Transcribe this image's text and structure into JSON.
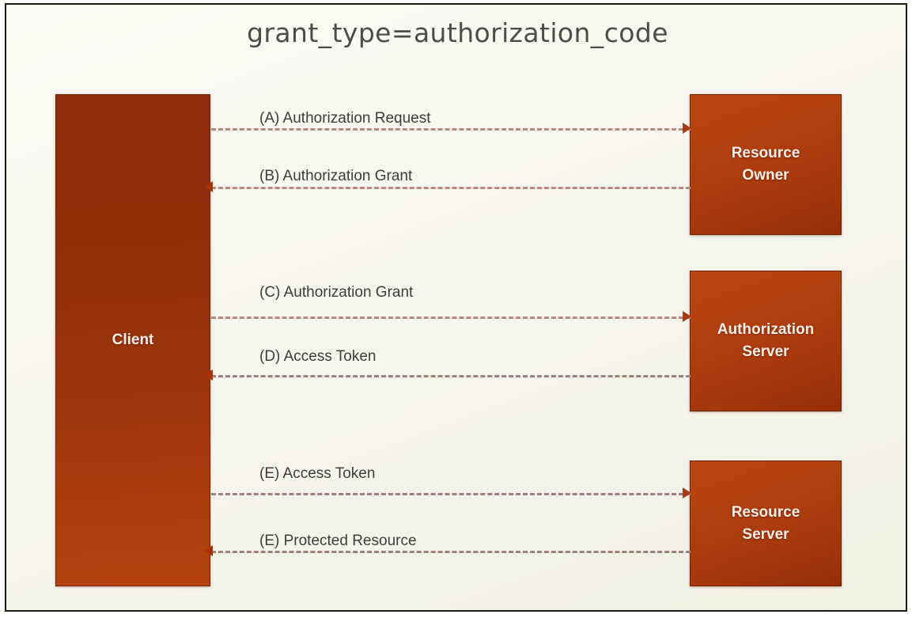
{
  "diagram": {
    "title": "grant_type=authorization_code",
    "nodes": {
      "client": "Client",
      "resource_owner": "Resource\nOwner",
      "authorization_server": "Authorization\nServer",
      "resource_server": "Resource\nServer"
    },
    "flows": [
      {
        "id": "a",
        "label": "(A) Authorization Request",
        "direction": "right",
        "from": "client",
        "to": "resource_owner"
      },
      {
        "id": "b",
        "label": "(B) Authorization Grant",
        "direction": "left",
        "from": "resource_owner",
        "to": "client"
      },
      {
        "id": "c",
        "label": "(C) Authorization Grant",
        "direction": "right",
        "from": "client",
        "to": "authorization_server"
      },
      {
        "id": "d",
        "label": "(D) Access Token",
        "direction": "left",
        "from": "authorization_server",
        "to": "client"
      },
      {
        "id": "e1",
        "label": "(E) Access Token",
        "direction": "right",
        "from": "client",
        "to": "resource_server"
      },
      {
        "id": "e2",
        "label": "(E) Protected Resource",
        "direction": "left",
        "from": "resource_server",
        "to": "client"
      }
    ],
    "colors": {
      "background": "#f7f6ee",
      "box_fill": "#a8380c",
      "box_fill_dark": "#8c2a09",
      "box_border": "#6b2208",
      "line": "#b8887a",
      "arrow": "#a83b12",
      "title_text": "#4c4c4a",
      "label_text": "#3c3c3c",
      "node_text": "#fdf1ea"
    }
  }
}
